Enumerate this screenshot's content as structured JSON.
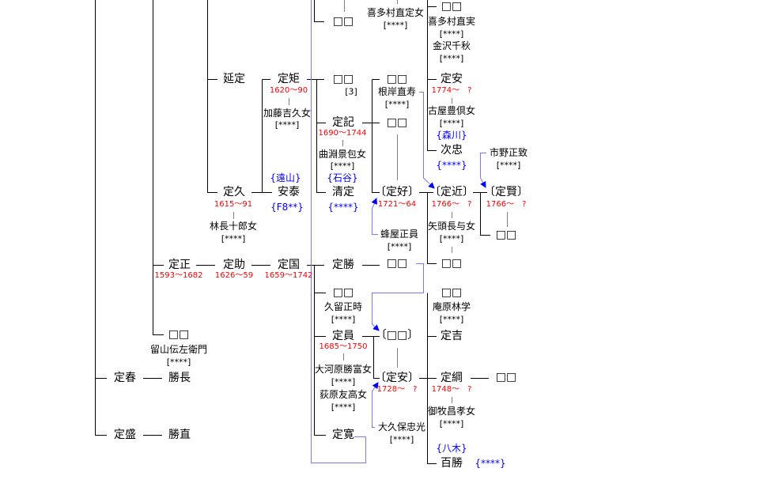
{
  "colors": {
    "line": "#000000",
    "tick": "#808080",
    "link": "#7878ff",
    "arrow": "#0000ff",
    "dates": "#ff0000",
    "notes": "#0000ff"
  },
  "people": {
    "top_unknown_a": "□□",
    "kitamura_naosada_jo": "喜多村直定女",
    "kitamura_naosada_jo_rank": "[****]",
    "top_unknown_b": "□□",
    "kitamura_naozane": "喜多村直実",
    "kitamura_naozane_rank": "[****]",
    "kanazawa_chiaki": "金沢千秋",
    "kanazawa_chiaki_rank": "[****]",
    "nobusada": "延定",
    "sadanori": "定矩",
    "sadanori_years": "1620～90",
    "kato_yoshihisa_jo": "加藤吉久女",
    "kato_yoshihisa_jo_rank": "[****]",
    "unknown_c": "□□",
    "unknown_c_note": "[3]",
    "unknown_d": "□□",
    "negishi_naohisa": "根岸直寿",
    "negishi_naohisa_rank": "[****]",
    "sadayasu_a": "定安",
    "sadayasu_a_years": "1774～　?",
    "furuya_jo": "古屋豊倶女",
    "furuya_jo_rank": "[****]",
    "moriyama_note": "{森川}",
    "tsugutada": "次忠",
    "tsugutada_note": "{****}",
    "sadaki": "定記",
    "sadaki_years": "1690～1744",
    "magaribuchi_jo": "曲淵景包女",
    "magaribuchi_jo_rank": "[****]",
    "ishigaya_note": "{石谷}",
    "unknown_e": "□□",
    "ichino_masamune": "市野正致",
    "ichino_masamune_rank": "[****]",
    "toyama_note": "{遠山}",
    "sadahisa": "定久",
    "sadahisa_years": "1615～91",
    "yasuyasu": "安泰",
    "yasuyasu_note": "{F8**}",
    "hayashi_jo": "林長十郎女",
    "hayashi_jo_rank": "[****]",
    "kiyosada": "清定",
    "kiyosada_note": "{****}",
    "sadayoshi": "〔定好〕",
    "sadayoshi_years": "1721～64",
    "sadachika": "〔定近〕",
    "sadachika_years": "1766～　?",
    "sadakata": "〔定賢〕",
    "sadakata_years": "1766～　?",
    "unknown_f": "□□",
    "yagashira_jo": "矢頭長与女",
    "yagashira_jo_rank": "[****]",
    "hachiya_masakazu": "蜂屋正員",
    "hachiya_masakazu_rank": "[****]",
    "sadamasa": "定正",
    "sadamasa_years": "1593～1682",
    "sadasuke": "定助",
    "sadasuke_years": "1626～59",
    "sadakuni": "定国",
    "sadakuni_years": "1659～1742",
    "sadakatsu": "定勝",
    "unknown_g": "□□",
    "unknown_h": "□□",
    "unknown_i": "□□",
    "kuru_masatoki": "久留正時",
    "kuru_masatoki_rank": "[****]",
    "unknown_j": "□□",
    "ihara_rinngaku": "庵原林学",
    "ihara_rinngaku_rank": "[****]",
    "unknown_k": "□□",
    "tomeyama": "留山伝左衛門",
    "tomeyama_rank": "[****]",
    "sadakazu": "定員",
    "sadakazu_years": "1685～1750",
    "okawara_jo": "大河原勝富女",
    "okawara_jo_rank": "[****]",
    "ogiwara_jo": "荻原友高女",
    "ogiwara_jo_rank": "[****]",
    "bracket_unknown": "〔□□〕",
    "sadayoshi2": "定吉",
    "sadaharu": "定春",
    "katsunaga": "勝長",
    "sadayasu_b": "〔定安〕",
    "sadayasu_b_years": "1728～　?",
    "sadatsuna": "定綱",
    "sadatsuna_years": "1748～　?",
    "unknown_l": "□□",
    "makino_jo": "御牧昌孝女",
    "makino_jo_rank": "[****]",
    "okubo_tadamitsu": "大久保忠光",
    "okubo_tadamitsu_rank": "[****]",
    "sadahiro": "定寛",
    "sadamori": "定盛",
    "katsunao": "勝直",
    "yagi_note": "{八木}",
    "momokatsu": "百勝",
    "momokatsu_note": "{****}"
  }
}
